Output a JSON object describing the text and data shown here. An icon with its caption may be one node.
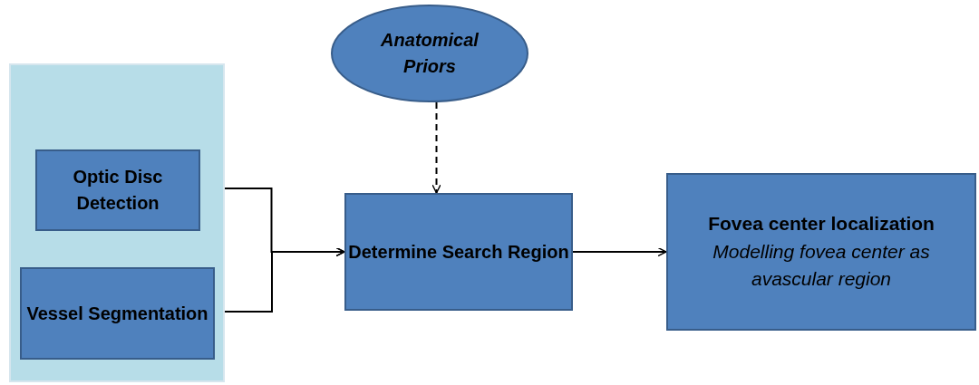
{
  "diagram": {
    "nodes": [
      {
        "text": [],
        "shape": "box"
      },
      {
        "text": [
          "Optic Disc Detection"
        ],
        "in": 0
      },
      {
        "text": [
          "Vessel Segmentation"
        ],
        "in": 0
      },
      {
        "text": [
          "Anatomical Priors"
        ]
      },
      {
        "text": [
          "Determine Search Region"
        ]
      },
      {
        "text": [
          "Fovea center localization",
          "Modelling fovea center as avascular region"
        ]
      }
    ],
    "edges": [
      {
        "from": 1,
        "to": 4,
        "arrow": "to"
      },
      {
        "from": 2,
        "to": 4,
        "arrow": "to"
      },
      {
        "from": 3,
        "to": 4,
        "arrow": "to",
        "style": "dashed"
      },
      {
        "from": 4,
        "to": 5,
        "arrow": "to"
      }
    ]
  }
}
